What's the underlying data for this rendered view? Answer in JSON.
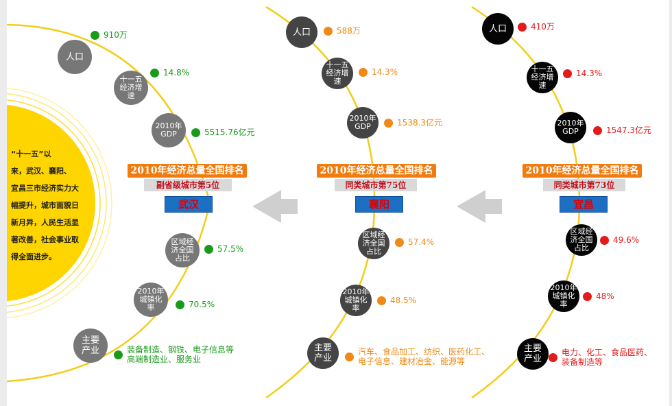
{
  "intro": "“十一五”以\n来，武汉、襄阳、\n宜昌三市经济实力大\n幅提升，城市面貌日\n新月异，人民生活显\n著改善，社会事业取\n得全面进步。",
  "banner_title": "2010年经济总量全国排名",
  "colors": {
    "green": "#1a9a1a",
    "orange": "#f08a16",
    "red": "#e31b1b",
    "wuhan_node": "#777777",
    "xiangyang_node": "#444444",
    "yichang_node": "#050505",
    "arc": "#f2cd18",
    "sun": "#ffd500"
  },
  "cities": [
    {
      "name": "武汉",
      "rank": "副省级城市第5位",
      "nodes": [
        "人口",
        "十一五\n经济增\n速",
        "2010年\nGDP",
        "区域经\n济全国\n占比",
        "2010年\n城镇化\n率",
        "主要\n产业"
      ],
      "values": [
        "910万",
        "14.8%",
        "5515.76亿元",
        "57.5%",
        "70.5%",
        "装备制造、钢铁、电子信息等\n高端制造业、服务业"
      ]
    },
    {
      "name": "襄阳",
      "rank": "同类城市第75位",
      "nodes": [
        "人口",
        "十一五\n经济增\n速",
        "2010年\nGDP",
        "区域经\n济全国\n占比",
        "2010年\n城镇化\n率",
        "主要\n产业"
      ],
      "values": [
        "588万",
        "14.3%",
        "1538.3亿元",
        "57.4%",
        "48.5%",
        "汽车、食品加工、纺织、医药化工、\n电子信息、建材冶金、能源等"
      ]
    },
    {
      "name": "宜昌",
      "rank": "同类城市第73位",
      "nodes": [
        "人口",
        "十一五\n经济增\n速",
        "2010年\nGDP",
        "区域经\n济全国\n占比",
        "2010年\n城镇化\n率",
        "主要\n产业"
      ],
      "values": [
        "410万",
        "14.3%",
        "1547.3亿元",
        "49.6%",
        "48%",
        "电力、化工、食品医药、\n装备制造等"
      ]
    }
  ]
}
